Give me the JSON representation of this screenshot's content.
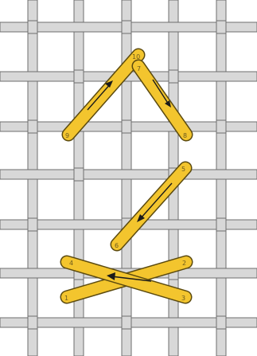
{
  "diagram": {
    "colors": {
      "background": "#ffffff",
      "grid_fill": "#d8d8d8",
      "grid_outline": "#6e6e6e",
      "stitch_fill": "#f3c52e",
      "stitch_outline": "#5b4a0f",
      "arrow": "#1a1a1a",
      "label_text": "#6b5a1f"
    },
    "point_labels": {
      "p1": "1",
      "p2": "2",
      "p3": "3",
      "p4": "4",
      "p5": "5",
      "p6": "6",
      "p7": "7",
      "p8": "8",
      "p9": "9",
      "p10": "10"
    }
  }
}
